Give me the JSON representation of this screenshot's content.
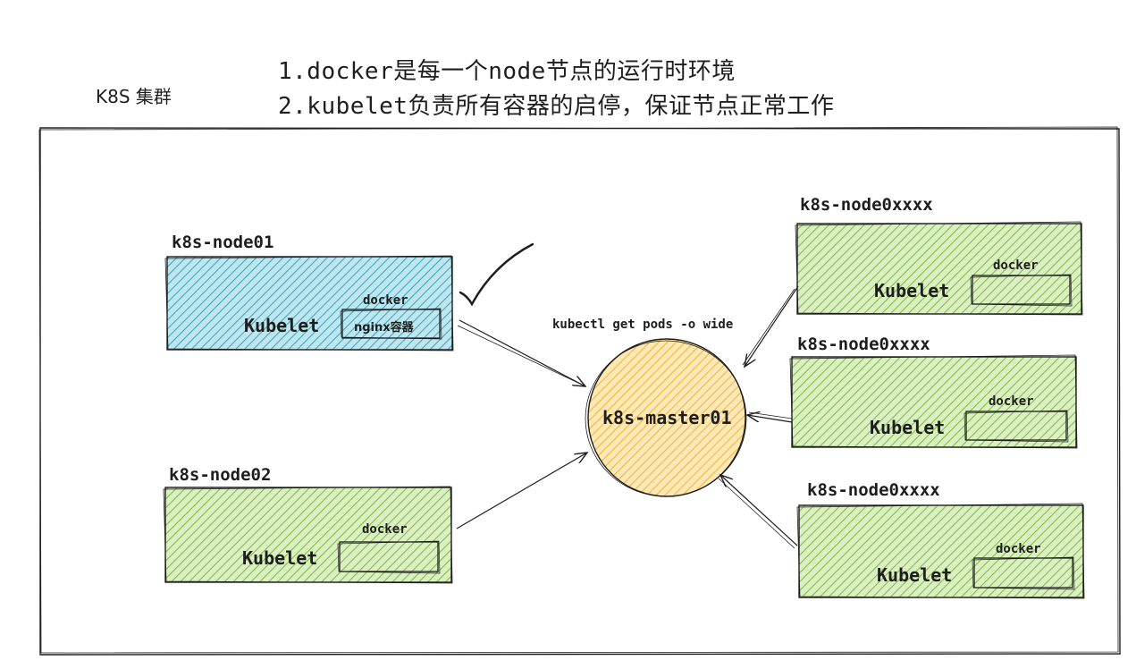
{
  "header": {
    "cluster_title": "K8S 集群",
    "notes": [
      "1.docker是每一个node节点的运行时环境",
      "2.kubelet负责所有容器的启停，保证节点正常工作"
    ]
  },
  "master": {
    "label": "k8s-master01",
    "command": "kubectl get pods -o wide"
  },
  "nodes": [
    {
      "name": "k8s-node01",
      "kubelet": "Kubelet",
      "docker": "docker",
      "container": "nginx容器",
      "color": "#6bc2d4"
    },
    {
      "name": "k8s-node02",
      "kubelet": "Kubelet",
      "docker": "docker",
      "container": "",
      "color": "#8cc84b"
    },
    {
      "name": "k8s-node0xxxx",
      "kubelet": "Kubelet",
      "docker": "docker",
      "container": "",
      "color": "#8cc84b"
    },
    {
      "name": "k8s-node0xxxx",
      "kubelet": "Kubelet",
      "docker": "docker",
      "container": "",
      "color": "#8cc84b"
    },
    {
      "name": "k8s-node0xxxx",
      "kubelet": "Kubelet",
      "docker": "docker",
      "container": "",
      "color": "#8cc84b"
    }
  ],
  "colors": {
    "node_blue": "#6bc2d4",
    "node_green": "#8cc84b",
    "master_fill": "#fbd07a",
    "stroke": "#1e1e1e"
  }
}
